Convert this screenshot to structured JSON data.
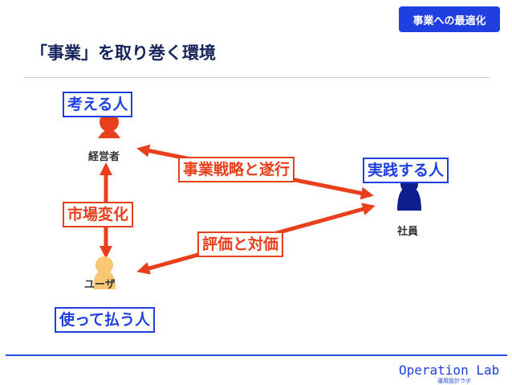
{
  "header": {
    "badge": "事業への最適化",
    "title": "「事業」を取り巻く環境"
  },
  "diagram": {
    "actors": {
      "management": {
        "label": "経営者",
        "role": "考える人",
        "color": "#e8401c"
      },
      "employee": {
        "label": "社員",
        "role": "実践する人",
        "color": "#0d1f8c"
      },
      "user": {
        "label": "ユーザ",
        "role": "使って払う人",
        "color": "#f7c774"
      }
    },
    "relations": {
      "strategy": "事業戦略と遂行",
      "market": "市場変化",
      "evaluation": "評価と対価"
    },
    "arrow_color": "#e8401c"
  },
  "footer": {
    "brand": "Operation Lab",
    "sub": "運用設計ラボ"
  }
}
